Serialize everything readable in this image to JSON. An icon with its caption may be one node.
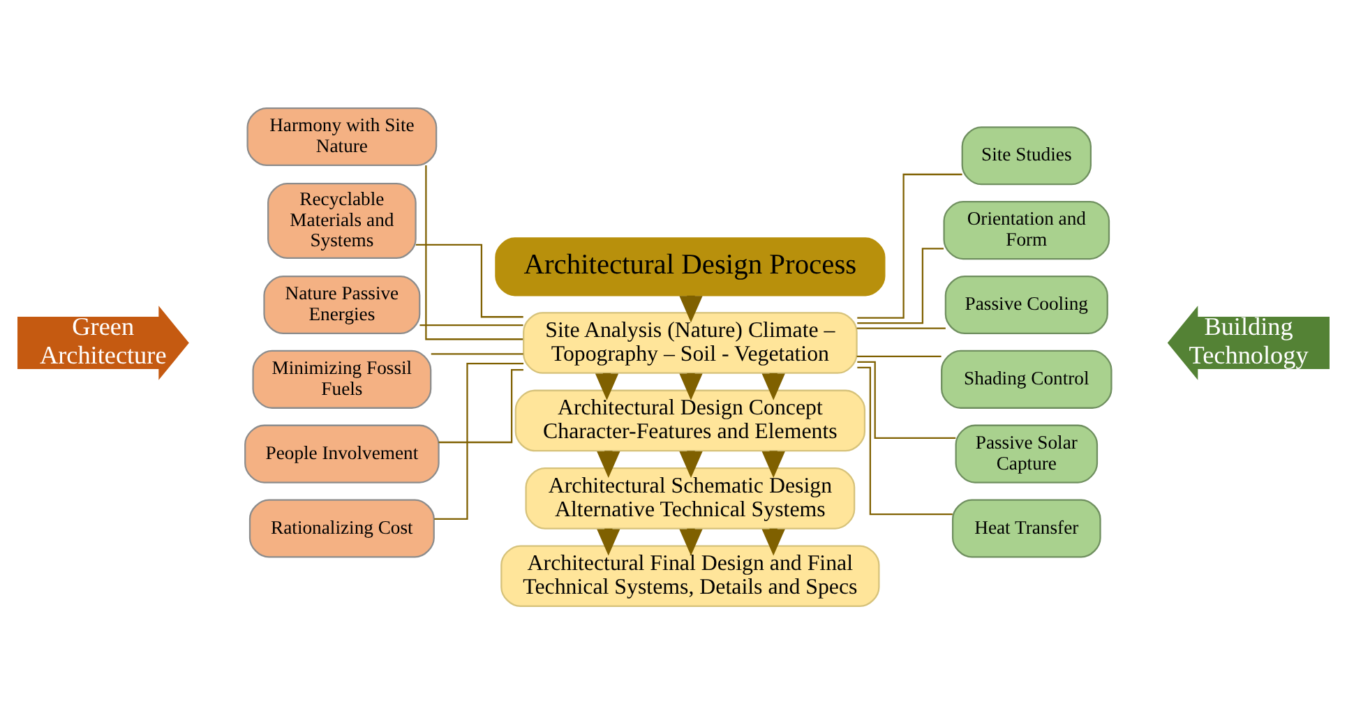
{
  "diagram": {
    "nodes": [
      {
        "text": [
          "Architectural Design Process"
        ]
      },
      {
        "text": [
          "Green Architecture"
        ]
      },
      {
        "text": [
          "Harmony with Site Nature"
        ]
      },
      {
        "text": [
          "Recyclable Materials and Systems"
        ]
      },
      {
        "text": [
          "Nature Passive Energies"
        ]
      },
      {
        "text": [
          "Minimizing Fossil Fuels"
        ]
      },
      {
        "text": [
          "People Involvement"
        ]
      },
      {
        "text": [
          "Rationalizing Cost"
        ]
      },
      {
        "text": [
          "Site Analysis (Nature) Climate – Topography – Soil - Vegetation"
        ]
      },
      {
        "text": [
          "Architectural Design Concept Character-Features and Elements"
        ]
      },
      {
        "text": [
          "Architectural Schematic Design Alternative Technical Systems"
        ]
      },
      {
        "text": [
          "Architectural Final Design and Final Technical Systems, Details and Specs"
        ]
      },
      {
        "text": [
          "Site Studies"
        ]
      },
      {
        "text": [
          "Orientation and Form"
        ]
      },
      {
        "text": [
          "Passive Cooling"
        ]
      },
      {
        "text": [
          "Shading Control"
        ]
      },
      {
        "text": [
          "Passive Solar Capture"
        ]
      },
      {
        "text": [
          "Heat Transfer"
        ]
      },
      {
        "text": [
          "Building Technology"
        ]
      }
    ],
    "edges": [
      {
        "from": 0,
        "to": 8,
        "arrow": "to",
        "style": "thick"
      },
      {
        "from": 8,
        "to": 9,
        "arrow": "to",
        "style": "thick"
      },
      {
        "from": 8,
        "to": 9,
        "arrow": "to",
        "style": "thick"
      },
      {
        "from": 8,
        "to": 9,
        "arrow": "to",
        "style": "thick"
      },
      {
        "from": 9,
        "to": 10,
        "arrow": "to",
        "style": "thick"
      },
      {
        "from": 9,
        "to": 10,
        "arrow": "to",
        "style": "thick"
      },
      {
        "from": 9,
        "to": 10,
        "arrow": "to",
        "style": "thick"
      },
      {
        "from": 10,
        "to": 11,
        "arrow": "to",
        "style": "thick"
      },
      {
        "from": 10,
        "to": 11,
        "arrow": "to",
        "style": "thick"
      },
      {
        "from": 10,
        "to": 11,
        "arrow": "to",
        "style": "thick"
      },
      {
        "from": 8,
        "to": 2,
        "arrow": "none"
      },
      {
        "from": 8,
        "to": 3,
        "arrow": "none"
      },
      {
        "from": 8,
        "to": 4,
        "arrow": "none"
      },
      {
        "from": 8,
        "to": 5,
        "arrow": "none"
      },
      {
        "from": 8,
        "to": 6,
        "arrow": "none"
      },
      {
        "from": 8,
        "to": 7,
        "arrow": "none"
      },
      {
        "from": 8,
        "to": 12,
        "arrow": "none"
      },
      {
        "from": 8,
        "to": 13,
        "arrow": "none"
      },
      {
        "from": 8,
        "to": 14,
        "arrow": "none"
      },
      {
        "from": 8,
        "to": 15,
        "arrow": "none"
      },
      {
        "from": 8,
        "to": 16,
        "arrow": "none"
      },
      {
        "from": 8,
        "to": 17,
        "arrow": "none"
      }
    ]
  }
}
